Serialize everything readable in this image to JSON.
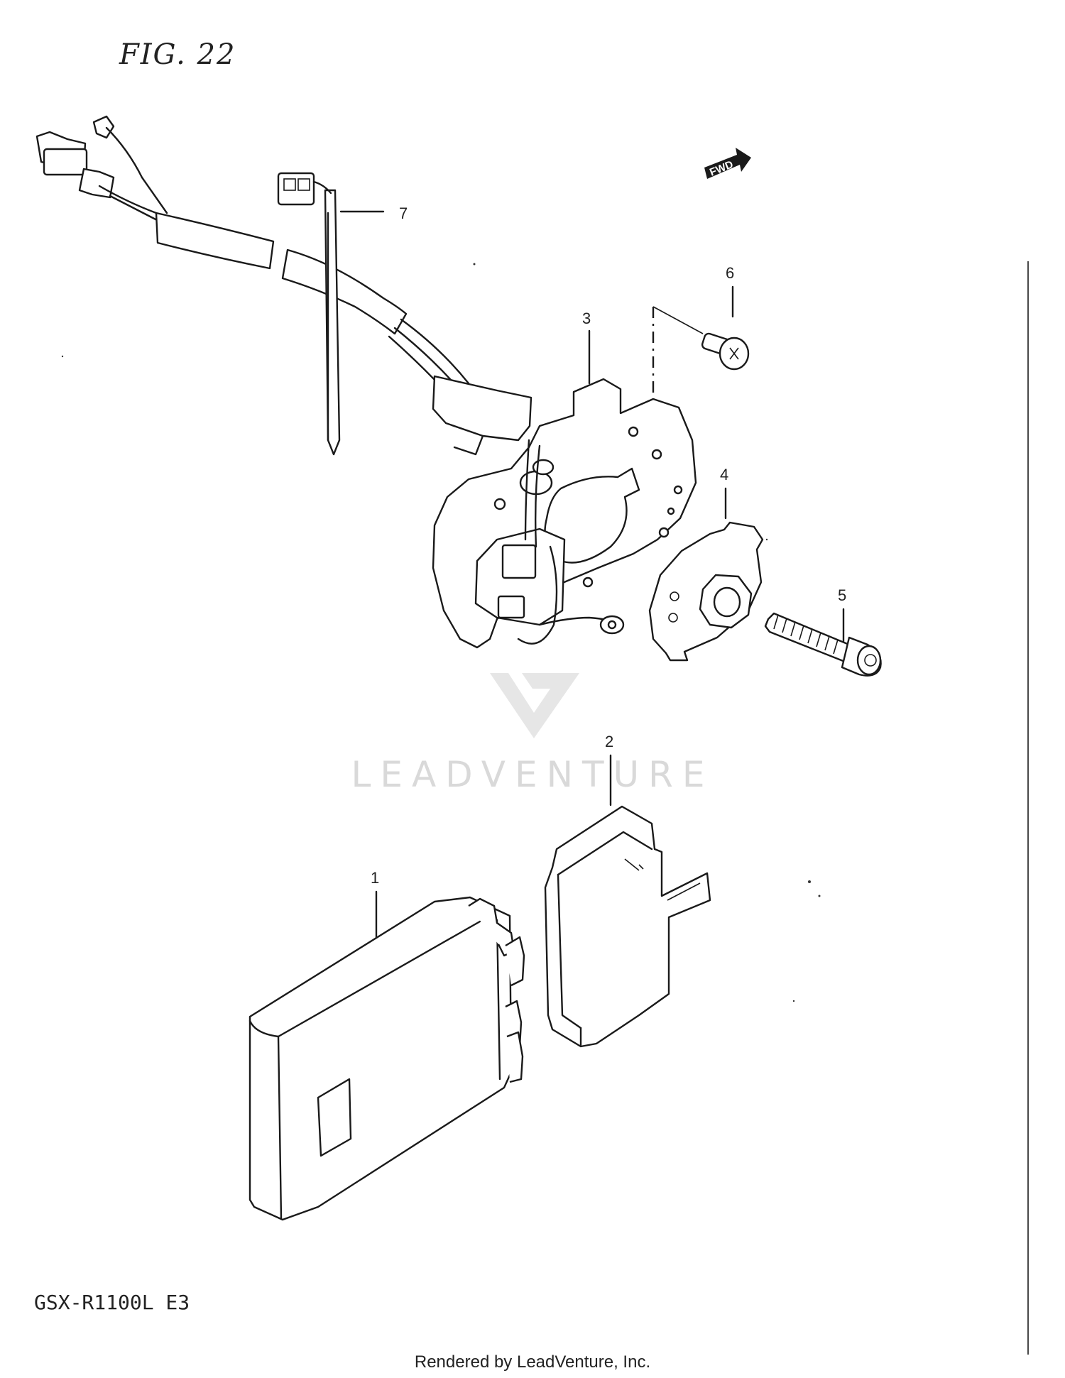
{
  "figure": {
    "title": "FIG. 22",
    "model_code": "GSX-R1100L  E3",
    "footer": "Rendered by LeadVenture, Inc.",
    "watermark": "LEADVENTURE",
    "direction_arrow": "FWD"
  },
  "callouts": [
    "1",
    "2",
    "3",
    "4",
    "5",
    "6",
    "7"
  ]
}
